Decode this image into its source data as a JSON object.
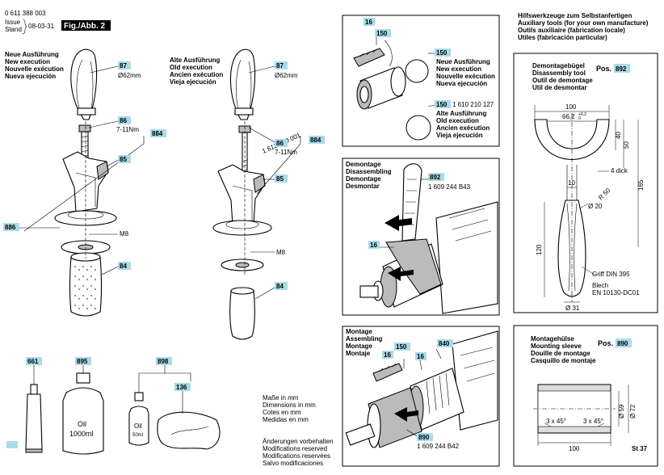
{
  "header": {
    "part_number": "0 611 388 003",
    "issue_label": "Issue",
    "stand_label": "Stand",
    "issue_date": "08-03-31",
    "figure_label": "Fig./Abb. 2"
  },
  "new_execution": [
    "Neue Ausführung",
    "New execution",
    "Nouvelle exécution",
    "Nueva ejecución"
  ],
  "old_execution": [
    "Alte Ausführung",
    "Old execution",
    "Ancien exécution",
    "Vieja ejecución"
  ],
  "left_assembly": {
    "tag_87": "87",
    "d62": "Ø62mm",
    "tag_86": "86",
    "torque": "7-11Nm",
    "tag_884": "884",
    "tag_85": "85",
    "tag_886": "886",
    "m8": "M8",
    "tag_84": "84"
  },
  "mid_assembly": {
    "tag_87": "87",
    "d62": "Ø62mm",
    "old_part_no": "1 613 490 001",
    "tag_86": "86",
    "torque": "7-11Nm",
    "tag_884": "884",
    "tag_85": "85",
    "m8": "M8",
    "tag_84": "84"
  },
  "accessories": {
    "tag_661": "661",
    "tag_895": "895",
    "tag_898": "898",
    "tag_136": "136",
    "oil_large": "Oil",
    "oil_large_volume": "1000ml",
    "oil_small": "Oil",
    "oil_small_volume": "50ml"
  },
  "notes": {
    "dimensions": [
      "Maße in mm",
      "Dimensions in mm",
      "Cotes en mm",
      "Medidas en mm"
    ],
    "modifications": [
      "Änderungen vorbehalten",
      "Modifications reserved",
      "Modifications reservées",
      "Salvo modificaciones"
    ]
  },
  "panel_rings": {
    "tag_16": "16",
    "tag_150_top": "150",
    "tag_150_new": "150",
    "new_execution": [
      "Neue Ausführung",
      "New execution",
      "Nouvelle exécution",
      "Nueva ejecución"
    ],
    "tag_150_old": "150",
    "old_part_no": "1 610 210 127",
    "old_execution": [
      "Alte Ausführung",
      "Old execution",
      "Ancien exécution",
      "Vieja ejecución"
    ]
  },
  "panel_disassembly": {
    "title": [
      "Demontage",
      "Disassembling",
      "Demontage",
      "Desmontar"
    ],
    "tag_892": "892",
    "part_no": "1 609 244 B43",
    "tag_16": "16"
  },
  "panel_assembly": {
    "title": [
      "Montage",
      "Assembling",
      "Montage",
      "Montaje"
    ],
    "tag_16a": "16",
    "tag_150": "150",
    "tag_16b": "16",
    "tag_840": "840",
    "tag_890": "890",
    "part_no": "1 609 244 B42"
  },
  "aux_tools_title": [
    "Hilfswerkzeuge zum Selbstanfertigen",
    "Auxiliary tools (for your own manufacture)",
    "Outils auxiliaire (fabrication locale)",
    "Utiles (fabricación particular)"
  ],
  "tool_892": {
    "title": [
      "Demontagebügel",
      "Disassembly tool",
      "Outil de demontage",
      "Util de desmontar"
    ],
    "pos_label": "Pos.",
    "pos_tag": "892",
    "d100": "100",
    "d66": "66,2",
    "d66_tol": "+0,2",
    "d0": "0",
    "d40": "40",
    "d50": "50",
    "d165": "165",
    "d4dick": "4 dick",
    "d10": "10",
    "r50": "R 50",
    "d20": "Ø 20",
    "d120": "120",
    "d31": "Ø 31",
    "grip": "Griff DIN 395",
    "sheet": "Blech",
    "norm": "EN 10130-DC01"
  },
  "tool_890": {
    "title": [
      "Montagehülse",
      "Mounting sleeve",
      "Douille de montage",
      "Casquillo de montaje"
    ],
    "pos_label": "Pos.",
    "pos_tag": "890",
    "chamfer_left": "3 x 45°",
    "chamfer_right": "3 x 45°",
    "d59": "Ø 59",
    "d72": "Ø 72",
    "d100": "100",
    "material": "St 37"
  }
}
